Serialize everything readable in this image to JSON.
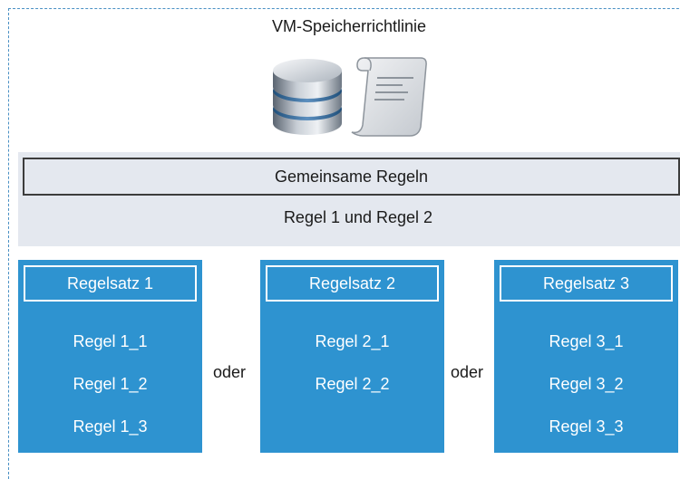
{
  "policy": {
    "title": "VM-Speicherrichtlinie"
  },
  "icons": {
    "database": "database-icon",
    "document": "document-scroll-icon"
  },
  "common": {
    "header": "Gemeinsame Regeln",
    "rules": "Regel 1 und Regel 2"
  },
  "rulesets": [
    {
      "title": "Regelsatz 1",
      "rules": [
        "Regel 1_1",
        "Regel 1_2",
        "Regel 1_3"
      ]
    },
    {
      "title": "Regelsatz 2",
      "rules": [
        "Regel 2_1",
        "Regel 2_2"
      ]
    },
    {
      "title": "Regelsatz 3",
      "rules": [
        "Regel 3_1",
        "Regel 3_2",
        "Regel 3_3"
      ]
    }
  ],
  "connectors": [
    "oder",
    "oder"
  ],
  "colors": {
    "ruleset_fill": "#2e93d0",
    "common_band": "#e4e8ef",
    "frame_dash": "#4a90c4"
  }
}
